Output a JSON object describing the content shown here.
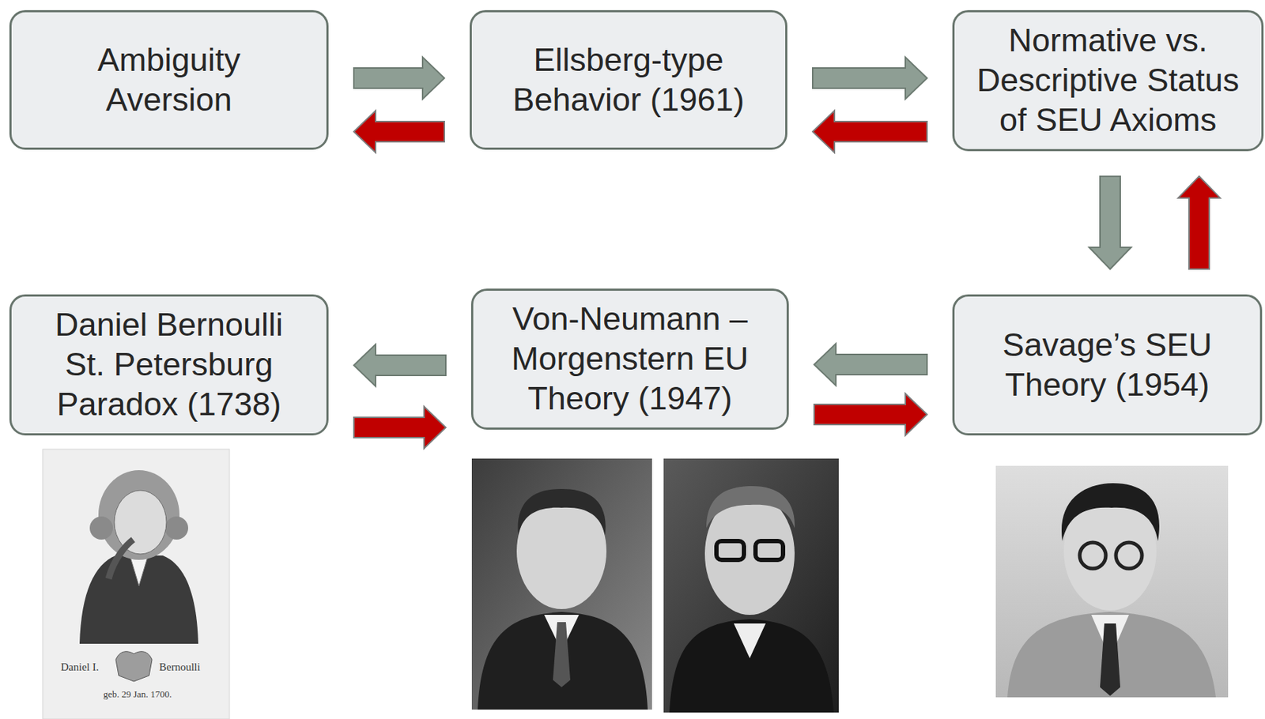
{
  "diagram": {
    "nodes": [
      {
        "text": [
          "Ambiguity Aversion"
        ]
      },
      {
        "text": [
          "Ellsberg-type Behavior (1961)"
        ]
      },
      {
        "text": [
          "Normative vs. Descriptive Status of SEU Axioms"
        ]
      },
      {
        "text": [
          "Daniel Bernoulli St. Petersburg Paradox (1738)"
        ]
      },
      {
        "text": [
          "Von-Neumann – Morgenstern EU Theory (1947)"
        ]
      },
      {
        "text": [
          "Savage’s SEU Theory (1954)"
        ]
      }
    ],
    "edges": [
      {
        "from": 0,
        "to": 1,
        "arrow": "to"
      },
      {
        "from": 1,
        "to": 0,
        "arrow": "to"
      },
      {
        "from": 1,
        "to": 2,
        "arrow": "to"
      },
      {
        "from": 2,
        "to": 1,
        "arrow": "to"
      },
      {
        "from": 2,
        "to": 5,
        "arrow": "to"
      },
      {
        "from": 5,
        "to": 2,
        "arrow": "to"
      },
      {
        "from": 5,
        "to": 4,
        "arrow": "to"
      },
      {
        "from": 4,
        "to": 5,
        "arrow": "to"
      },
      {
        "from": 4,
        "to": 3,
        "arrow": "to"
      },
      {
        "from": 3,
        "to": 4,
        "arrow": "to"
      }
    ],
    "labels": [
      "Daniel I.",
      "Bernoulli",
      "geb. 29 Jan. 1700."
    ]
  }
}
